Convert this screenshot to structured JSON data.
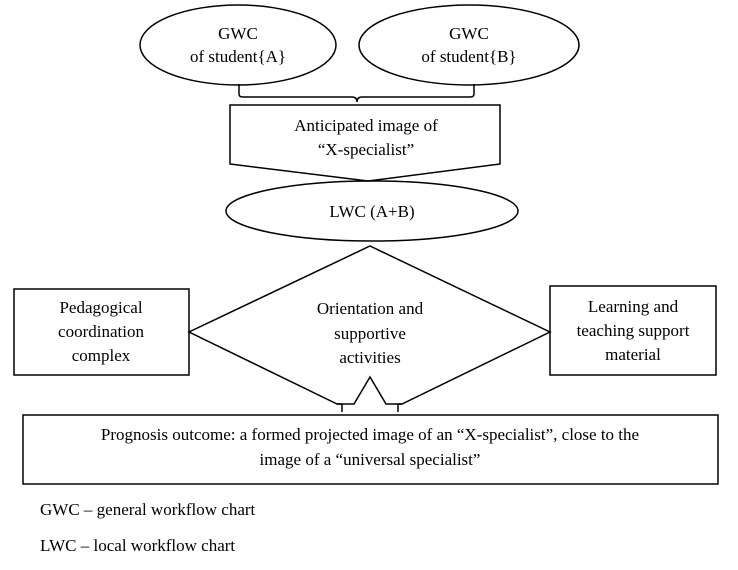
{
  "diagram": {
    "student_a": {
      "line1": "GWC",
      "line2": "of student{A}"
    },
    "student_b": {
      "line1": "GWC",
      "line2": "of student{B}"
    },
    "anticipated": {
      "line1": "Anticipated image of",
      "line2": "“X-specialist”"
    },
    "lwc": "LWC (A+B)",
    "left_box": {
      "line1": "Pedagogical",
      "line2": "coordination",
      "line3": "complex"
    },
    "center": {
      "line1": "Orientation and",
      "line2": "supportive",
      "line3": "activities"
    },
    "right_box": {
      "line1": "Learning and",
      "line2": "teaching support",
      "line3": "material"
    },
    "outcome": {
      "line1": "Prognosis outcome: a formed projected image of an “X-specialist”, close to the",
      "line2": "image of a “universal specialist”"
    }
  },
  "legend": {
    "gwc": "GWC – general workflow chart",
    "lwc": "LWC – local workflow chart"
  }
}
